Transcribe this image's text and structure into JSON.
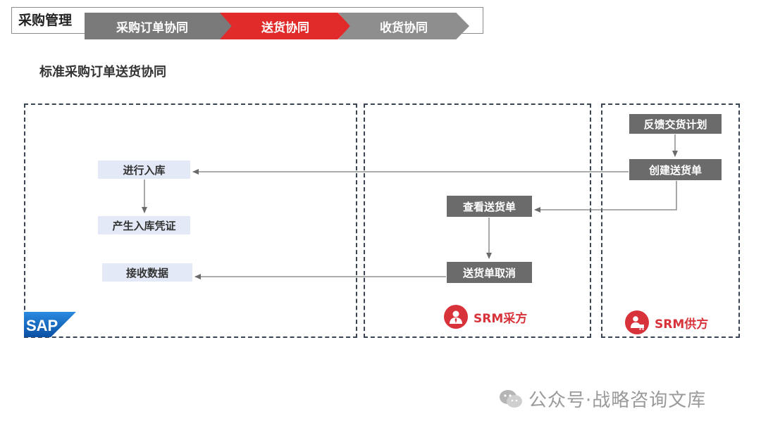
{
  "header": {
    "module_title": "采购管理",
    "steps": [
      {
        "label": "采购订单协同",
        "state": "inactive"
      },
      {
        "label": "送货协同",
        "state": "active"
      },
      {
        "label": "收货协同",
        "state": "inactive"
      }
    ]
  },
  "section_title": "标准采购订单送货协同",
  "lanes": {
    "sap": {
      "logo_text": "SAP",
      "boxes": {
        "storage": "进行入库",
        "voucher": "产生入库凭证",
        "receive": "接收数据"
      }
    },
    "buyer": {
      "label": "SRM采方",
      "icon": "person-icon",
      "boxes": {
        "view": "查看送货单",
        "cancel": "送货单取消"
      }
    },
    "supplier": {
      "label": "SRM供方",
      "icon": "person-cart-icon",
      "boxes": {
        "feedback": "反馈交货计划",
        "create": "创建送货单"
      }
    }
  },
  "watermark": {
    "text": "公众号·战略咨询文库",
    "icon": "wechat-icon"
  },
  "colors": {
    "active_step": "#e12a2a",
    "inactive_step": "#7a7a7a",
    "dark_box": "#6b6b6b",
    "light_box": "#e3e9f7",
    "accent": "#d8323a",
    "lane_border": "#3b4452"
  }
}
